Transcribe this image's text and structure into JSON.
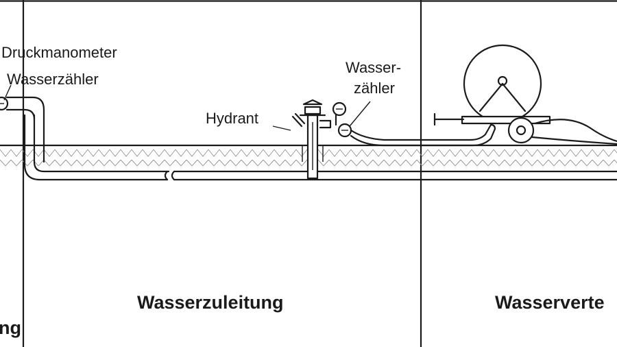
{
  "labels": {
    "druckmanometer": "Druckmanometer",
    "wasserzaehler_left": "Wasserzähler",
    "hydrant": "Hydrant",
    "wasserzaehler_right_1": "Wasser-",
    "wasserzaehler_right_2": "zähler"
  },
  "sections": {
    "left_partial": "ng",
    "zuleitung": "Wasserzuleitung",
    "verteilung_partial": "Wasserverte"
  }
}
